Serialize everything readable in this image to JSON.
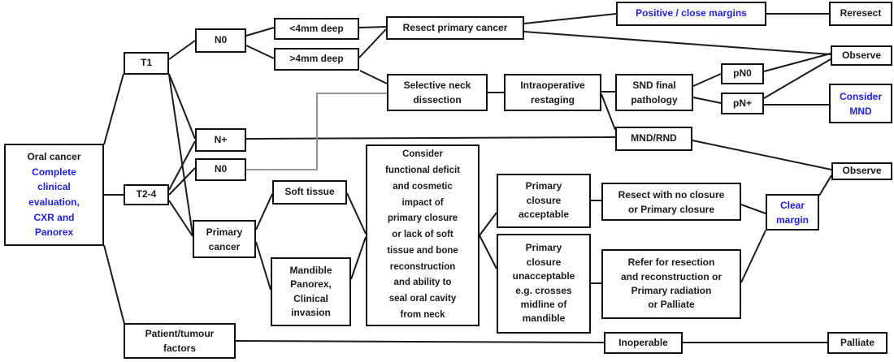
{
  "colors": {
    "accent_blue": "#1f1fdd",
    "line_black": "#1a1a1a",
    "line_gray": "#8a8a8a",
    "box_border": "#111111",
    "background": "#ffffff"
  },
  "nodes": {
    "oral_cancer_title": "Oral cancer",
    "oral_cancer_subtitle": "Complete\nclinical\nevaluation,\nCXR and\nPanorex",
    "t1": "T1",
    "n0_t1": "N0",
    "lt4mm": "<4mm deep",
    "gt4mm": ">4mm deep",
    "resect_primary": "Resect primary cancer",
    "selective_neck": "Selective neck\ndissection",
    "intraoperative": "Intraoperative\nrestaging",
    "snd_pathology": "SND final\npathology",
    "pn0": "pN0",
    "pn_plus": "pN+",
    "positive_margins": "Positive / close margins",
    "reresect": "Reresect",
    "observe_top": "Observe",
    "consider_mnd": "Consider\nMND",
    "mnd_rnd": "MND/RND",
    "n_plus": "N+",
    "n0_t24": "N0",
    "t24": "T2-4",
    "primary_cancer": "Primary\ncancer",
    "soft_tissue": "Soft tissue",
    "mandible": "Mandible\nPanorex,\nClinical\ninvasion",
    "consider_functional": "Consider\nfunctional deficit\nand cosmetic\nimpact of\nprimary closure\nor lack of soft\ntissue and bone\nreconstruction\nand ability to\nseal oral cavity\nfrom neck",
    "closure_acceptable": "Primary\nclosure\nacceptable",
    "closure_unacceptable": "Primary\nclosure\nunacceptable\ne.g. crosses\nmidline of\nmandible",
    "resect_no_closure": "Resect with no closure\nor Primary closure",
    "refer_resection": "Refer for resection\nand reconstruction or\nPrimary radiation\nor Palliate",
    "clear_margin": "Clear\nmargin",
    "observe_mid": "Observe",
    "patient_factors": "Patient/tumour\nfactors",
    "inoperable": "Inoperable",
    "palliate": "Palliate"
  }
}
